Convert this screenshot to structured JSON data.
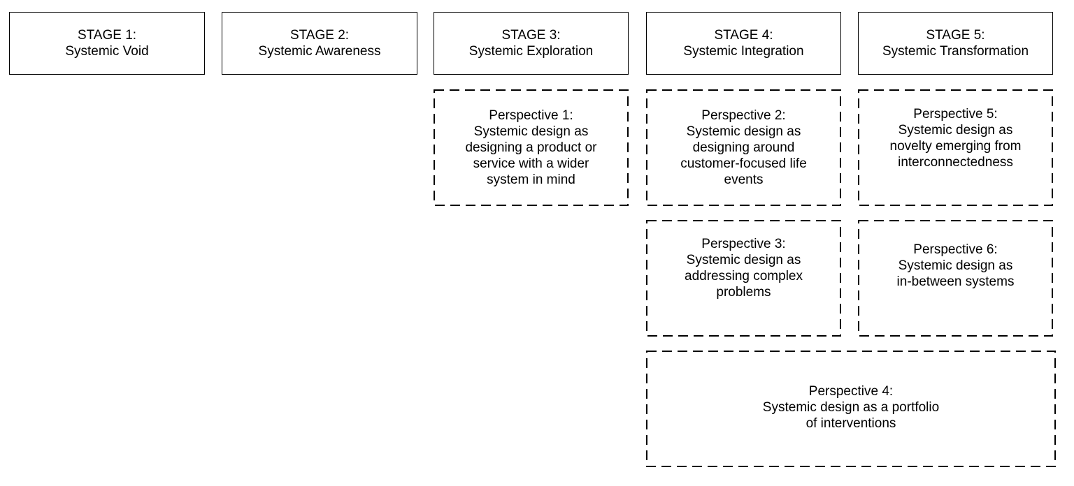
{
  "stages": [
    {
      "heading": "STAGE 1:",
      "name": "Systemic Void"
    },
    {
      "heading": "STAGE 2:",
      "name": "Systemic Awareness"
    },
    {
      "heading": "STAGE 3:",
      "name": "Systemic Exploration"
    },
    {
      "heading": "STAGE 4:",
      "name": "Systemic Integration"
    },
    {
      "heading": "STAGE 5:",
      "name": "Systemic Transformation"
    }
  ],
  "perspectives": {
    "p1": {
      "lines": [
        "Perspective 1:",
        "Systemic design as",
        "designing a product or",
        "service with a wider",
        "system in mind"
      ]
    },
    "p2": {
      "lines": [
        "Perspective 2:",
        "Systemic design as",
        "designing around",
        "customer-focused life",
        "events"
      ]
    },
    "p3": {
      "lines": [
        "Perspective 3:",
        "Systemic design as",
        "addressing complex",
        "problems"
      ]
    },
    "p4": {
      "lines": [
        "Perspective 4:",
        "Systemic design as a portfolio",
        "of interventions"
      ]
    },
    "p5": {
      "lines": [
        "Perspective 5:",
        "Systemic design as",
        "novelty emerging from",
        "interconnectedness"
      ]
    },
    "p6": {
      "lines": [
        "Perspective 6:",
        "Systemic design as",
        "in-between systems"
      ]
    }
  }
}
